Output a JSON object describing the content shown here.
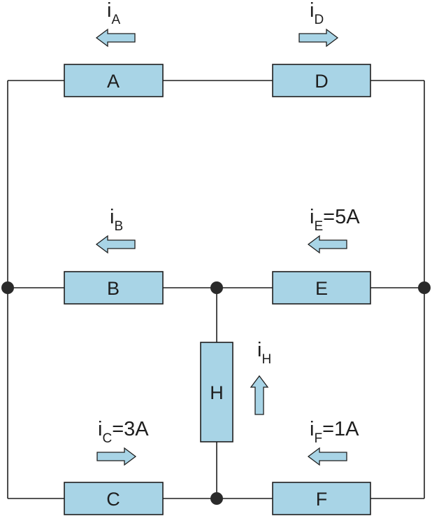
{
  "colors": {
    "resistor_fill": "#a8d4e6",
    "arrow_fill": "#a8d4e6",
    "wire": "#1e1e1e"
  },
  "resistors": {
    "A": {
      "label": "A"
    },
    "B": {
      "label": "B"
    },
    "C": {
      "label": "C"
    },
    "D": {
      "label": "D"
    },
    "E": {
      "label": "E"
    },
    "F": {
      "label": "F"
    },
    "H": {
      "label": "H"
    }
  },
  "currents": {
    "iA": {
      "symbol": "i",
      "sub": "A",
      "value": "",
      "direction": "left"
    },
    "iB": {
      "symbol": "i",
      "sub": "B",
      "value": "",
      "direction": "left"
    },
    "iC": {
      "symbol": "i",
      "sub": "C",
      "value": "=3A",
      "direction": "right"
    },
    "iD": {
      "symbol": "i",
      "sub": "D",
      "value": "",
      "direction": "right"
    },
    "iE": {
      "symbol": "i",
      "sub": "E",
      "value": "=5A",
      "direction": "left"
    },
    "iF": {
      "symbol": "i",
      "sub": "F",
      "value": "=1A",
      "direction": "left"
    },
    "iH": {
      "symbol": "i",
      "sub": "H",
      "value": "",
      "direction": "up"
    }
  }
}
